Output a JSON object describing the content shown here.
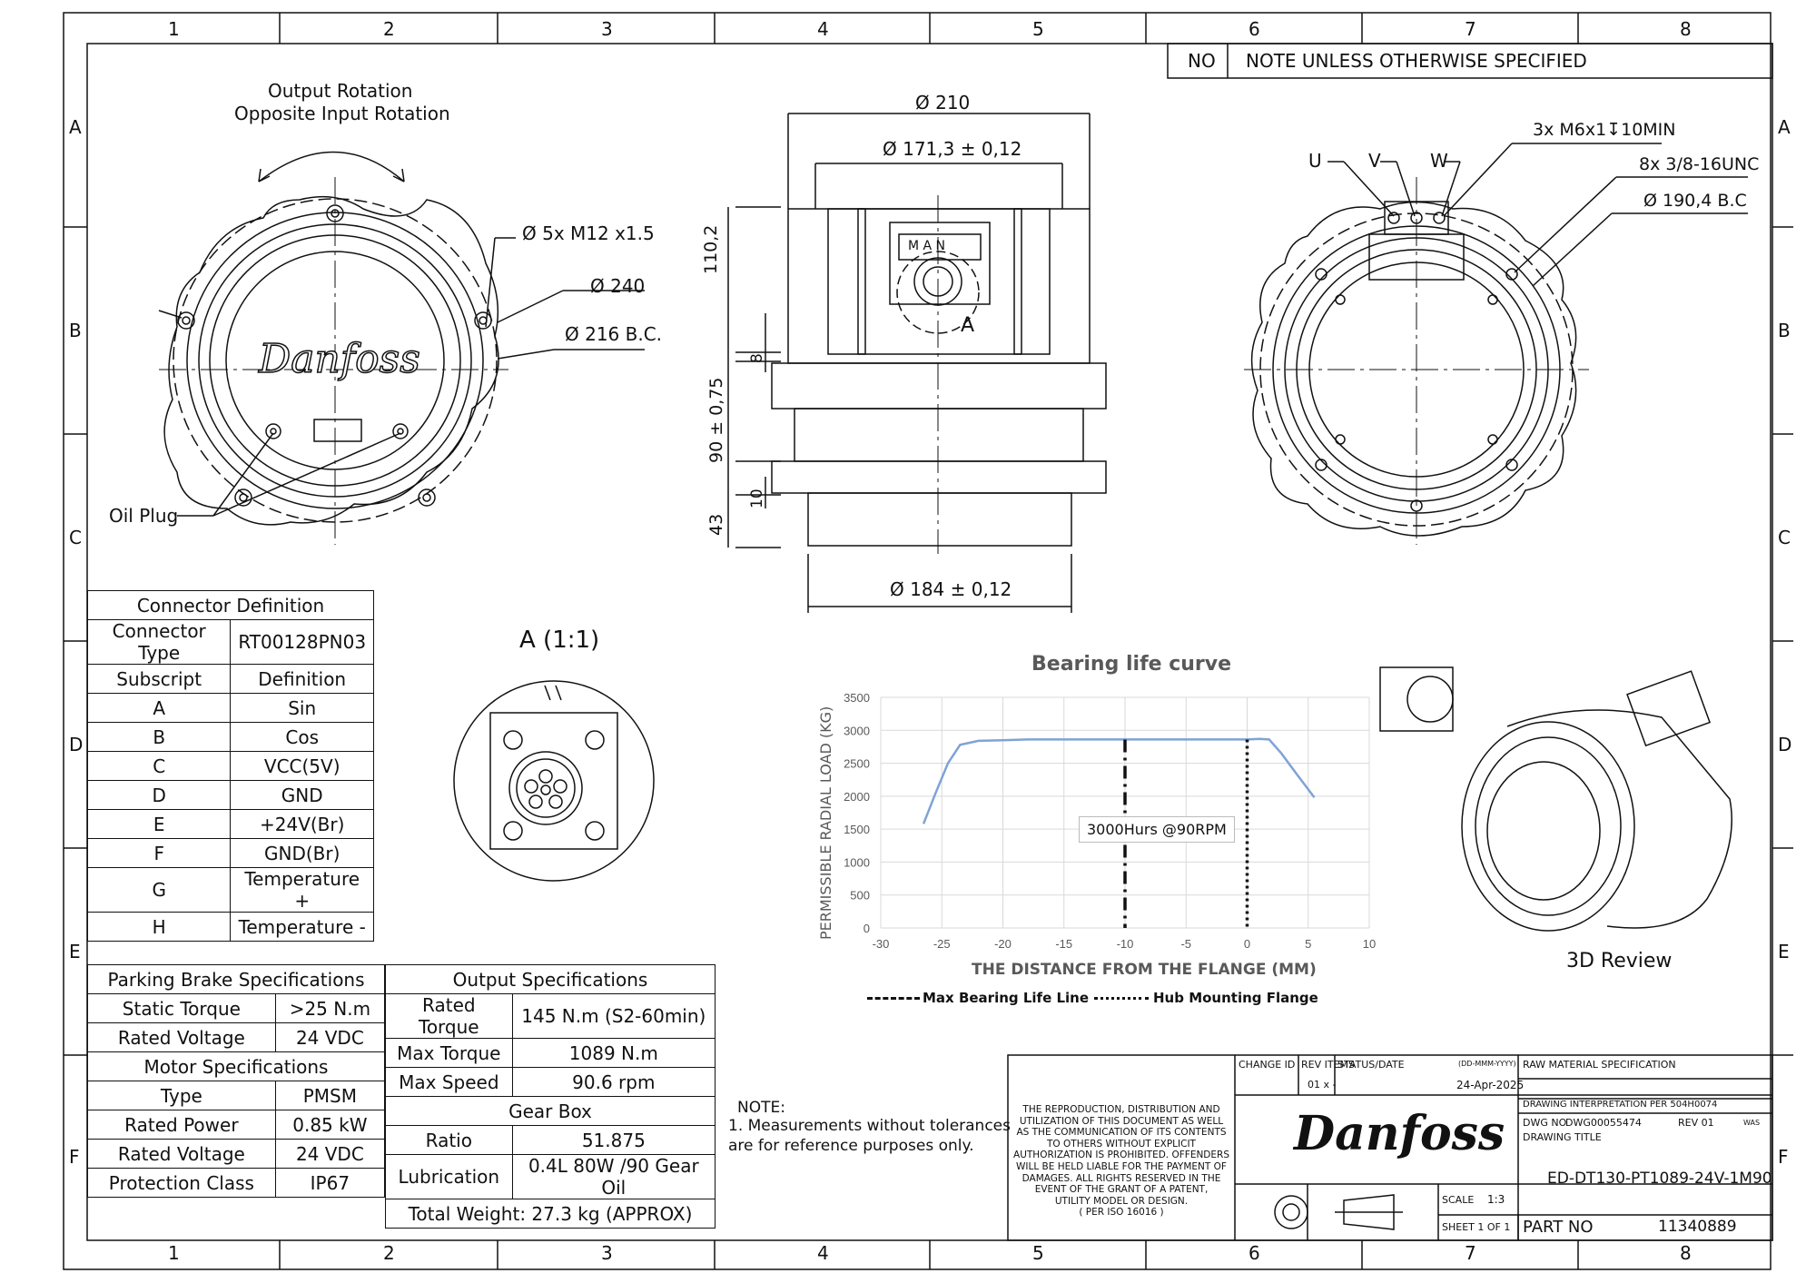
{
  "frame": {
    "col_labels": [
      "1",
      "2",
      "3",
      "4",
      "5",
      "6",
      "7",
      "8"
    ],
    "row_labels": [
      "A",
      "B",
      "C",
      "D",
      "E",
      "F"
    ]
  },
  "notes_header": {
    "no": "NO",
    "title": "NOTE UNLESS OTHERWISE SPECIFIED"
  },
  "front_view": {
    "rotation_line1": "Output Rotation",
    "rotation_line2": "Opposite Input Rotation",
    "dim_m12": "Ø 5x M12 x1.5",
    "dim_240": "Ø 240",
    "dim_216": "Ø 216 B.C.",
    "oil_plug": "Oil Plug",
    "logo": "Danfoss"
  },
  "side_view": {
    "dim_210": "Ø 210",
    "dim_171": "Ø 171,3 ± 0,12",
    "dim_110": "110,2",
    "dim_8": "8",
    "dim_90": "90 ± 0,75",
    "dim_10": "10",
    "dim_43": "43",
    "dim_184": "Ø 184 ± 0,12",
    "label_a": "A",
    "pin_labels": "M A N"
  },
  "back_view": {
    "u": "U",
    "v": "V",
    "w": "W",
    "dim_m6": "3x M6x1↧10MIN",
    "dim_unc": "8x 3/8-16UNC",
    "dim_bc": "Ø 190,4 B.C"
  },
  "detail": {
    "title": "A (1:1)"
  },
  "connector_table": {
    "title": "Connector Definition",
    "type_label": "Connector Type",
    "type_value": "RT00128PN03",
    "col1": "Subscript",
    "col2": "Definition",
    "rows": [
      [
        "A",
        "Sin"
      ],
      [
        "B",
        "Cos"
      ],
      [
        "C",
        "VCC(5V)"
      ],
      [
        "D",
        "GND"
      ],
      [
        "E",
        "+24V(Br)"
      ],
      [
        "F",
        "GND(Br)"
      ],
      [
        "G",
        "Temperature +"
      ],
      [
        "H",
        "Temperature -"
      ]
    ]
  },
  "brake_table": {
    "title": "Parking Brake Specifications",
    "rows": [
      [
        "Static Torque",
        ">25 N.m"
      ],
      [
        "Rated Voltage",
        "24 VDC"
      ]
    ]
  },
  "motor_table": {
    "title": "Motor Specifications",
    "rows": [
      [
        "Type",
        "PMSM"
      ],
      [
        "Rated Power",
        "0.85 kW"
      ],
      [
        "Rated Voltage",
        "24 VDC"
      ],
      [
        "Protection Class",
        "IP67"
      ]
    ]
  },
  "output_table": {
    "title": "Output Specifications",
    "rows": [
      [
        "Rated Torque",
        "145 N.m (S2-60min)"
      ],
      [
        "Max Torque",
        "1089 N.m"
      ],
      [
        "Max Speed",
        "90.6 rpm"
      ]
    ],
    "gearbox_title": "Gear Box",
    "gearbox_rows": [
      [
        "Ratio",
        "51.875"
      ],
      [
        "Lubrication",
        "0.4L 80W /90 Gear Oil"
      ]
    ],
    "total_weight": "Total Weight: 27.3 kg (APPROX)"
  },
  "note": {
    "title": "NOTE:",
    "line1": "1. Measurements without tolerances",
    "line2": "are for reference purposes only."
  },
  "view3d_label": "3D Review",
  "title_block": {
    "copyright": [
      "THE REPRODUCTION, DISTRIBUTION AND",
      "UTILIZATION OF THIS DOCUMENT AS WELL",
      "AS THE COMMUNICATION OF ITS CONTENTS",
      "TO OTHERS WITHOUT EXPLICIT",
      "AUTHORIZATION IS PROHIBITED. OFFENDERS",
      "WILL BE HELD LIABLE FOR THE PAYMENT OF",
      "DAMAGES. ALL RIGHTS RESERVED IN THE",
      "EVENT OF THE GRANT OF A PATENT,",
      "UTILITY MODEL OR DESIGN.",
      "( PER ISO 16016 )"
    ],
    "change_id": "CHANGE ID",
    "rev_items": "REV ITEMS",
    "status_date": "STATUS/DATE",
    "date_fmt": "(DD-MMM-YYYY)",
    "rev_val": "01 x -",
    "date_val": "24-Apr-2025",
    "raw_material": "RAW MATERIAL SPECIFICATION",
    "drawing_interp": "DRAWING INTERPRETATION PER 504H0074",
    "dwg_no_label": "DWG NO",
    "dwg_no": "DWG00055474",
    "rev": "REV 01",
    "was": "WAS",
    "drawing_title_label": "DRAWING TITLE",
    "drawing_title": "ED-DT130-PT1089-24V-1M90",
    "logo": "Danfoss",
    "scale_label": "SCALE",
    "scale_val": "1:3",
    "sheet": "SHEET 1 OF 1",
    "part_no_label": "PART NO",
    "part_no": "11340889"
  },
  "chart_data": {
    "type": "line",
    "title": "Bearing life curve",
    "xlabel": "THE DISTANCE FROM THE FLANGE (MM)",
    "ylabel": "PERMISSIBLE RADIAL LOAD (KG)",
    "xlim": [
      -30,
      10
    ],
    "ylim": [
      0,
      3500
    ],
    "x_ticks": [
      -30,
      -25,
      -20,
      -15,
      -10,
      -5,
      0,
      5,
      10
    ],
    "y_ticks": [
      0,
      500,
      1000,
      1500,
      2000,
      2500,
      3000,
      3500
    ],
    "grid": true,
    "series": [
      {
        "name": "",
        "x": [
          -26.5,
          -25.5,
          -24.5,
          -23.5,
          -22,
          -20,
          -18,
          -15,
          -10,
          -5,
          0,
          1,
          1.8,
          2.8,
          4,
          5.5
        ],
        "y": [
          1580,
          2050,
          2500,
          2780,
          2840,
          2850,
          2860,
          2860,
          2860,
          2860,
          2860,
          2870,
          2860,
          2650,
          2350,
          1980
        ]
      }
    ],
    "annotation": "3000Hurs @90RPM",
    "vlines": [
      {
        "x": -10,
        "label": "Max Bearing Life Line",
        "style": "dashdot"
      },
      {
        "x": 0,
        "label": "Hub Mounting Flange",
        "style": "dotted"
      }
    ],
    "line_color": "#7fa3d6"
  }
}
